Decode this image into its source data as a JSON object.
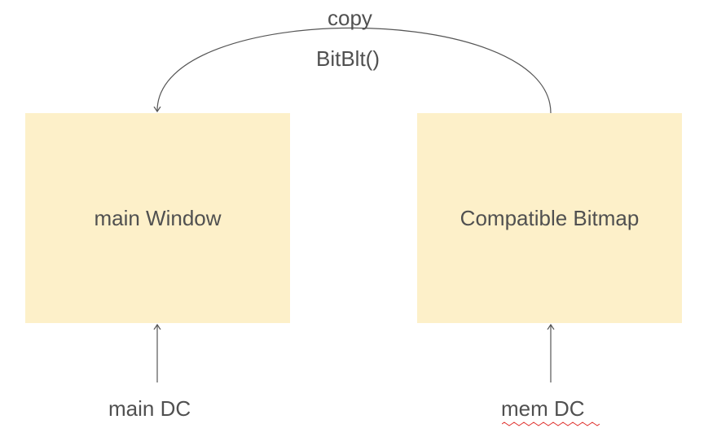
{
  "diagram": {
    "copy_label": "copy",
    "bitblt_label": "BitBlt()",
    "main_window_label": "main Window",
    "compatible_bitmap_label": "Compatible Bitmap",
    "main_dc_label": "main DC",
    "mem_dc_label": "mem DC"
  },
  "colors": {
    "box_fill": "#fdf0c9",
    "text": "#505050",
    "line": "#555555",
    "spellcheck_underline": "#e0302c"
  }
}
